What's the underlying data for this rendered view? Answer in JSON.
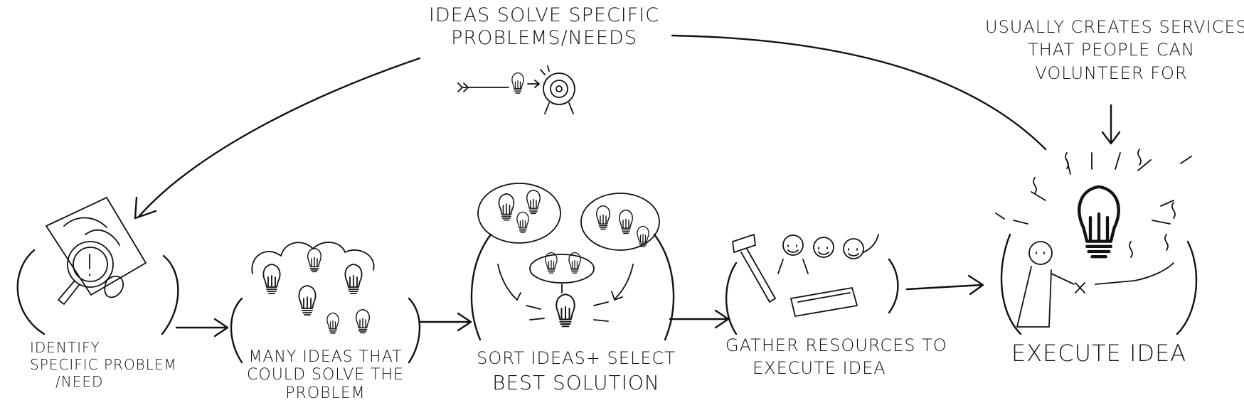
{
  "top_note": {
    "lines": [
      "IDEAS SOLVE SPECIFIC",
      "PROBLEMS/NEEDS"
    ]
  },
  "side_note": {
    "lines": [
      "USUALLY CREATES SERVICES",
      "THAT PEOPLE CAN",
      "VOLUNTEER FOR"
    ]
  },
  "steps": [
    {
      "lines": [
        "IDENTIFY",
        "SPECIFIC PROBLEM",
        "/NEED"
      ]
    },
    {
      "lines": [
        "MANY IDEAS THAT",
        "COULD SOLVE THE",
        "PROBLEM"
      ]
    },
    {
      "lines": [
        "SORT IDEAS+ SELECT",
        "BEST SOLUTION"
      ]
    },
    {
      "lines": [
        "GATHER RESOURCES TO",
        "EXECUTE IDEA"
      ]
    },
    {
      "lines": [
        "EXECUTE IDEA"
      ]
    }
  ]
}
